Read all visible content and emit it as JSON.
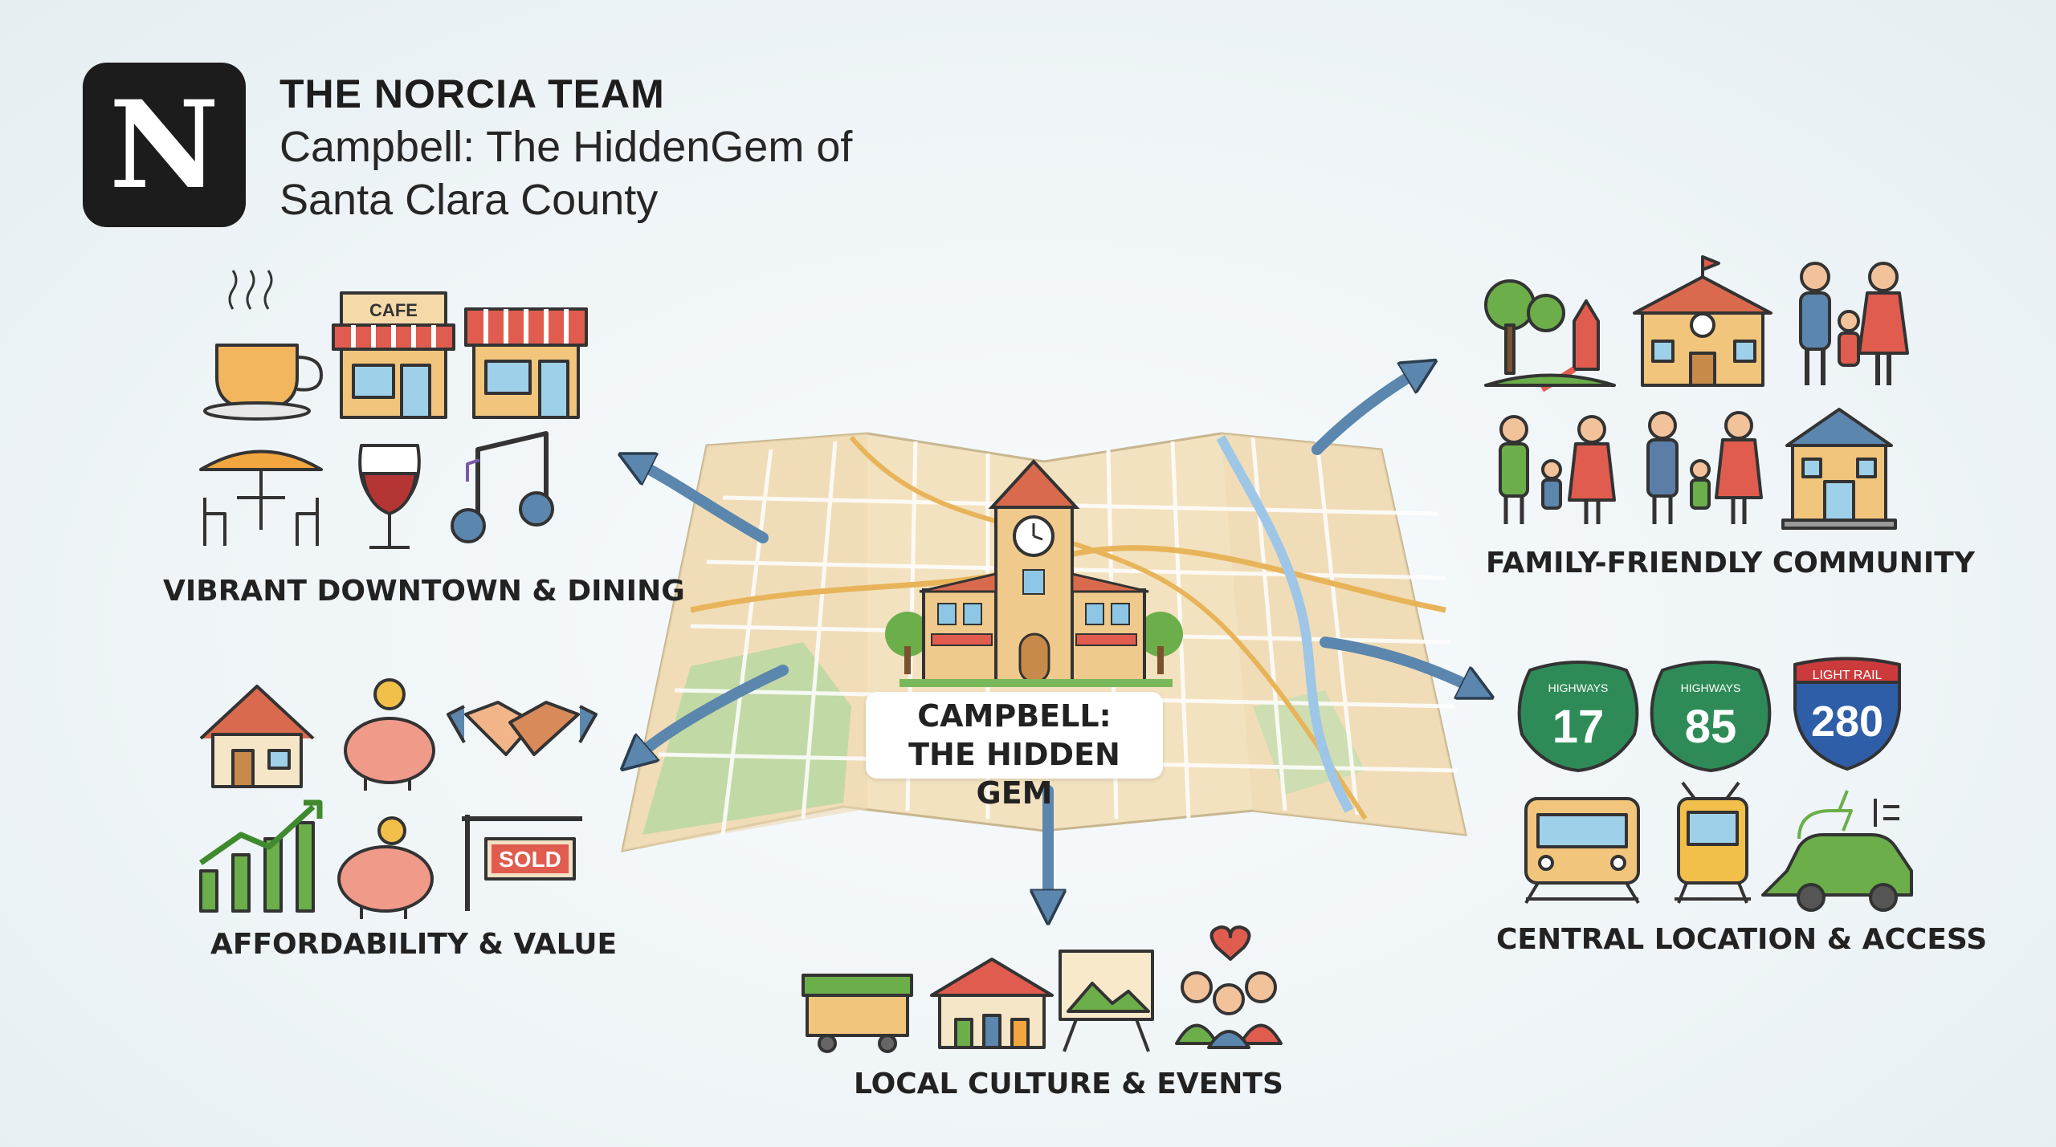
{
  "header": {
    "logo_letter": "N",
    "brand": "THE NORCIA TEAM",
    "headline_line1": "Campbell: The HiddenGem of",
    "headline_line2": "Santa Clara County"
  },
  "center": {
    "line1": "CAMPBELL:",
    "line2": "THE HIDDEN GEM"
  },
  "categories": {
    "downtown": {
      "label": "VIBRANT DOWNTOWN & DINING",
      "cafe_sign": "CAFE",
      "icons": [
        "coffee-cup-icon",
        "cafe-storefront-icon",
        "shop-awning-icon",
        "patio-table-icon",
        "wine-glass-icon",
        "music-note-icon"
      ]
    },
    "affordability": {
      "label": "AFFORDABILITY & VALUE",
      "sold_sign": "SOLD",
      "icons": [
        "house-icon",
        "piggy-bank-coin-icon",
        "handshake-icon",
        "rising-chart-icon",
        "piggy-bank-icon",
        "sold-sign-icon"
      ]
    },
    "culture": {
      "label": "LOCAL CULTURE & EVENTS",
      "icons": [
        "market-cart-icon",
        "festival-tent-icon",
        "art-easel-icon",
        "community-people-icon"
      ]
    },
    "family": {
      "label": "FAMILY-FRIENDLY COMMUNITY",
      "icons": [
        "park-playground-icon",
        "school-icon",
        "family-icon",
        "family-walking-icon",
        "family-parents-icon",
        "community-building-icon"
      ]
    },
    "location": {
      "label": "CENTRAL LOCATION & ACCESS",
      "hwy1": {
        "top": "HIGHWAYS",
        "num": "17"
      },
      "hwy2": {
        "top": "HIGHWAYS",
        "num": "85"
      },
      "hwy3": {
        "top": "LIGHT RAIL",
        "num": "280"
      },
      "icons": [
        "train-icon",
        "light-rail-icon",
        "electric-car-icon"
      ]
    }
  },
  "colors": {
    "arrow": "#5b86ad",
    "highway_green": "#2e8b57",
    "interstate_blue": "#2f5ea8",
    "interstate_red": "#cc3b3b",
    "awning_red": "#e05c4f"
  }
}
